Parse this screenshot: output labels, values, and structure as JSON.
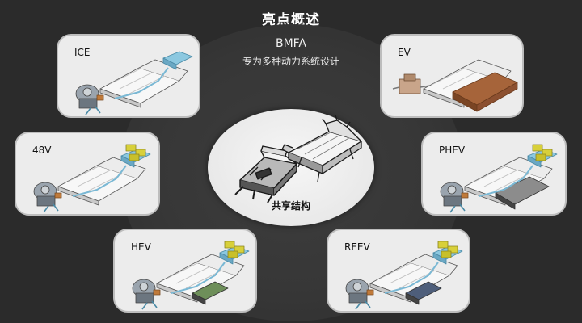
{
  "header": {
    "title": "亮点概述"
  },
  "bmfa": {
    "name": "BMFA",
    "subtitle": "专为多种动力系统设计"
  },
  "center": {
    "label": "共享结构"
  },
  "powertrains": [
    {
      "key": "ice",
      "label": "ICE",
      "battery_color": "#e8e8e8",
      "has_engine": true,
      "has_motor_pack": false
    },
    {
      "key": "ev",
      "label": "EV",
      "battery_color": "#a6643a",
      "has_engine": false,
      "has_motor_pack": false
    },
    {
      "key": "48v",
      "label": "48V",
      "battery_color": "#e8e8e8",
      "has_engine": true,
      "has_motor_pack": true
    },
    {
      "key": "phev",
      "label": "PHEV",
      "battery_color": "#8c8c8c",
      "has_engine": true,
      "has_motor_pack": true
    },
    {
      "key": "hev",
      "label": "HEV",
      "battery_color": "#6e8f5a",
      "has_engine": true,
      "has_motor_pack": true
    },
    {
      "key": "reev",
      "label": "REEV",
      "battery_color": "#4e5e7a",
      "has_engine": true,
      "has_motor_pack": true
    }
  ],
  "colors": {
    "background": "#2b2b2b",
    "card": "#ececec",
    "tank": "#8cc8e0",
    "fuel_line": "#7ab8d4",
    "motor_pack": "#d8d03a"
  }
}
